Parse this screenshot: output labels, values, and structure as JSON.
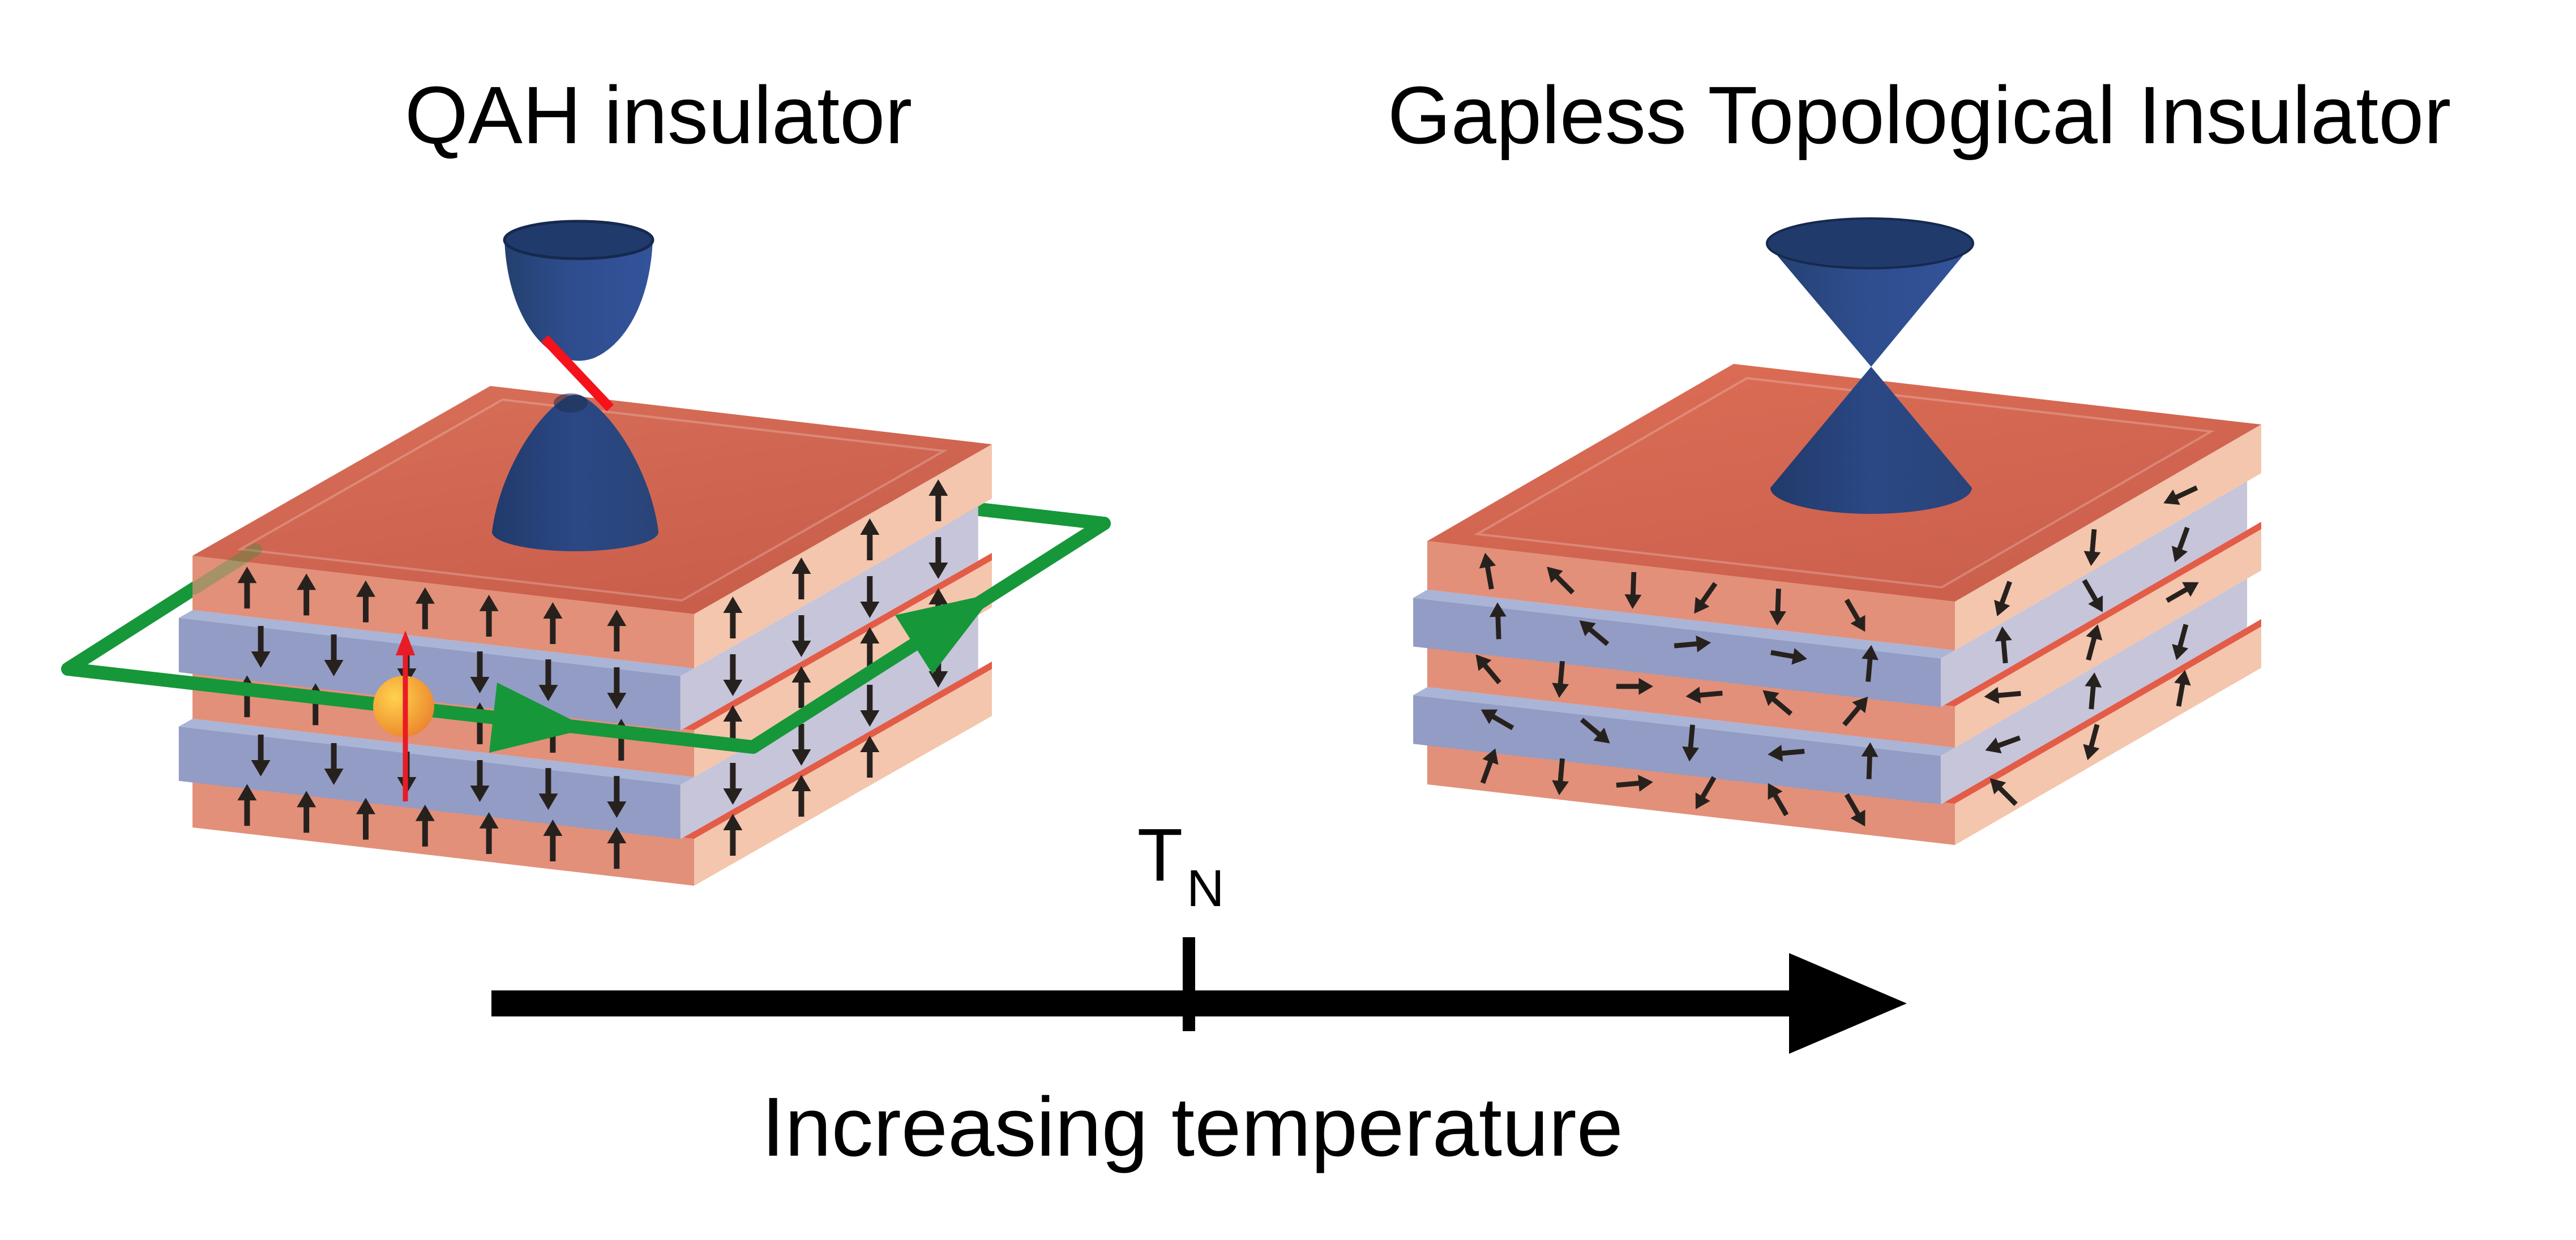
{
  "labels": {
    "left_title": "QAH insulator",
    "right_title": "Gapless Topological Insulator",
    "neel_temp_symbol": "T",
    "neel_temp_subscript": "N",
    "axis_label": "Increasing temperature"
  },
  "colors": {
    "background": "#ffffff",
    "text": "#000000",
    "axis_black": "#000000",
    "spin_arrow_black": "#27211e",
    "edge_current_green": "#169739",
    "spin_up_red": "#e91c26",
    "gap_line_red": "#f5121b",
    "cone_blue_light": "#33539a",
    "cone_blue_mid": "#2c4a88",
    "cone_blue_dark": "#24406f",
    "cone_rim_fill": "#203a6c",
    "cone_rim_stroke": "#16294e",
    "cone_smudge": "#1d2e4f",
    "electron_yellow": "#ffd24f",
    "electron_mid": "#f3a137",
    "electron_orange": "#e8762b",
    "layer_magnetic_front": "#e2907a",
    "layer_magnetic_side": "#f3c6ad",
    "layer_magnetic_top_strip": "#e25c48",
    "layer_spacer_front": "#939cc4",
    "layer_spacer_side": "#c6c5da",
    "layer_spacer_top_strip": "#aab4d6",
    "layer_spacer_side_strip": "#7488bd",
    "slab_top_light": "#d76c55",
    "slab_top_dark": "#c95e4b"
  },
  "left_slab": {
    "name": "qah-slab",
    "magnetic_order": "layered antiferromagnet, alternating up/down",
    "front_spins": [
      [
        90,
        90,
        90,
        90,
        90,
        90,
        90
      ],
      [
        270,
        270,
        270,
        270,
        270,
        270
      ],
      [
        90,
        90,
        90,
        90,
        90
      ],
      [
        270,
        270,
        270,
        270,
        270,
        270
      ],
      [
        90,
        90,
        90,
        90,
        90,
        90,
        90
      ]
    ],
    "side_spins": [
      [
        90,
        90,
        90,
        90
      ],
      [
        270,
        270,
        270,
        270
      ],
      [
        90,
        90,
        90,
        90
      ],
      [
        270,
        270,
        270,
        270
      ],
      [
        90,
        90,
        90
      ]
    ]
  },
  "right_slab": {
    "name": "paramagnetic-slab",
    "magnetic_order": "disordered spins above Neel temperature",
    "front_spins": [
      [
        100,
        135,
        268,
        235,
        268,
        300
      ],
      [
        92,
        140,
        5,
        350,
        85
      ],
      [
        130,
        265,
        0,
        185,
        140,
        50
      ],
      [
        150,
        320,
        265,
        185,
        88
      ],
      [
        70,
        265,
        5,
        240,
        120,
        300
      ]
    ],
    "side_spins": [
      [
        250,
        265,
        205
      ],
      [
        95,
        300,
        250
      ],
      [
        185,
        75,
        30
      ],
      [
        200,
        85,
        255
      ],
      [
        135,
        255,
        80
      ]
    ]
  }
}
